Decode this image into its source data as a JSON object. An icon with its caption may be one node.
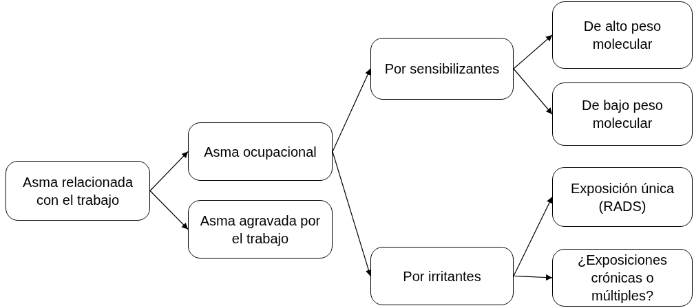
{
  "diagram": {
    "nodes": [
      {
        "text": [
          "Asma relacionada con el trabajo"
        ]
      },
      {
        "text": [
          "Asma ocupacional"
        ]
      },
      {
        "text": [
          "Asma agravada por el trabajo"
        ]
      },
      {
        "text": [
          "Por sensibilizantes"
        ]
      },
      {
        "text": [
          "Por irritantes"
        ]
      },
      {
        "text": [
          "De alto peso molecular"
        ]
      },
      {
        "text": [
          "De bajo peso molecular"
        ]
      },
      {
        "text": [
          "Exposición única (RADS)"
        ]
      },
      {
        "text": [
          "¿Exposiciones crónicas o múltiples?"
        ]
      }
    ],
    "edges": [
      {
        "from": 0,
        "to": 1,
        "arrow": "to"
      },
      {
        "from": 0,
        "to": 2,
        "arrow": "to"
      },
      {
        "from": 1,
        "to": 3,
        "arrow": "to"
      },
      {
        "from": 1,
        "to": 4,
        "arrow": "to"
      },
      {
        "from": 3,
        "to": 5,
        "arrow": "to"
      },
      {
        "from": 3,
        "to": 6,
        "arrow": "to"
      },
      {
        "from": 4,
        "to": 7,
        "arrow": "to"
      },
      {
        "from": 4,
        "to": 8,
        "arrow": "to"
      }
    ]
  }
}
